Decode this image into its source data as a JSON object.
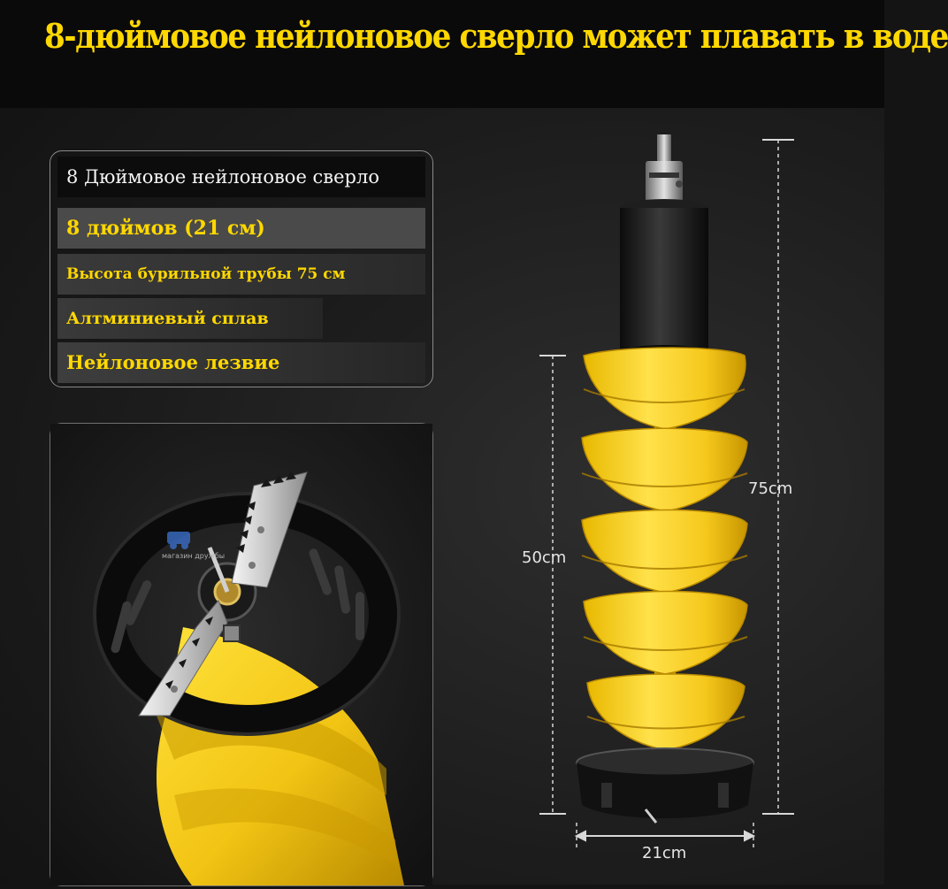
{
  "banner": {
    "title": "8-дюймовое нейлоновое сверло может плавать в воде"
  },
  "specs": {
    "items": [
      "8 Дюймовое нейлоновое сверло",
      "8 дюймов (21 см)",
      "Высота бурильной трубы 75 см",
      "Алтминиевый сплав",
      "Нейлоновое лезвие"
    ]
  },
  "dimensions": {
    "total_height": "75cm",
    "auger_height": "50cm",
    "diameter": "21cm"
  },
  "watermark": {
    "text": "магазин дружбы"
  },
  "colors": {
    "accent_yellow": "#ffd800",
    "auger_yellow": "#f5cc1c",
    "banner_black": "#0a0a0a"
  }
}
